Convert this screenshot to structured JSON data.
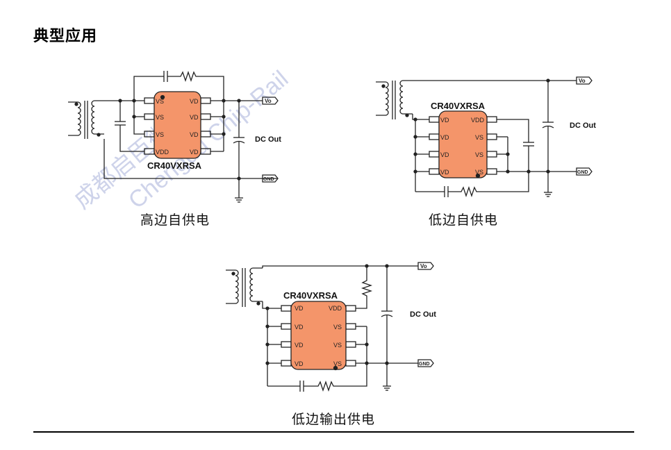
{
  "page": {
    "section_title": "典型应用",
    "watermark_name": "成都启臣微",
    "watermark_brand": "Chengdu Chip-Rail"
  },
  "circuits": [
    {
      "caption": "高边自供电",
      "chip_name": "CR40VXRSA",
      "left_pins": [
        "VS",
        "VS",
        "VS",
        "VDD"
      ],
      "right_pins": [
        "VD",
        "VD",
        "VD",
        "VD"
      ],
      "vo_label": "Vo",
      "gnd_label": "GND",
      "dc_out_label": "DC Out"
    },
    {
      "caption": "低边自供电",
      "chip_name": "CR40VXRSA",
      "left_pins": [
        "VD",
        "VD",
        "VD",
        "VD"
      ],
      "right_pins": [
        "VDD",
        "VS",
        "VS",
        "VS"
      ],
      "vo_label": "Vo",
      "gnd_label": "GND",
      "dc_out_label": "DC Out"
    },
    {
      "caption": "低边输出供电",
      "chip_name": "CR40VXRSA",
      "left_pins": [
        "VD",
        "VD",
        "VD",
        "VD"
      ],
      "right_pins": [
        "VDD",
        "VS",
        "VS",
        "VS"
      ],
      "vo_label": "Vo",
      "gnd_label": "GND",
      "dc_out_label": "DC Out"
    }
  ],
  "colors": {
    "chip_fill": "#f4956a",
    "chip_stroke": "#222222",
    "watermark": "#c9cfe8"
  }
}
